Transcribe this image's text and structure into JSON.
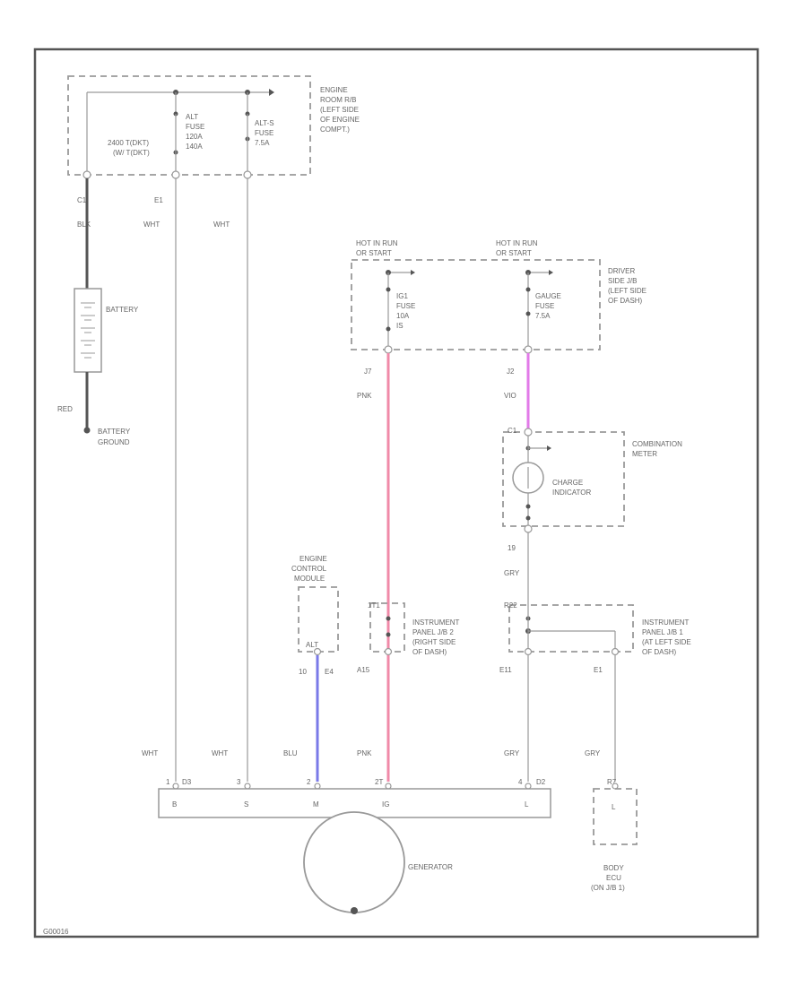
{
  "diagram_id": "G00016",
  "engine_room_jb": {
    "label_lines": [
      "ENGINE",
      "ROOM R/B",
      "(LEFT SIDE",
      "OF ENGINE",
      "COMPT.)"
    ],
    "fuse_rating_lines": [
      "2400 T(DKT)",
      "(W/ T(DKT)"
    ]
  },
  "alt_fuse": {
    "lines": [
      "ALT",
      "FUSE",
      "120A",
      "140A"
    ]
  },
  "alts_fuse": {
    "lines": [
      "ALT-S",
      "FUSE",
      "7.5A"
    ]
  },
  "conn_c1": "C1",
  "conn_e1": "E1",
  "wire_blk": "BLK",
  "wire_wht_b": "WHT",
  "wire_wht_s": "WHT",
  "battery_label": "BATTERY",
  "wire_red": "RED",
  "battery_ground": [
    "BATTERY",
    "GROUND"
  ],
  "hot_ig_left": [
    "HOT IN RUN",
    "OR START"
  ],
  "hot_ig_right": [
    "HOT IN RUN",
    "OR START"
  ],
  "ign_fuse": {
    "lines": [
      "IG1",
      "FUSE",
      "10A",
      "IS"
    ]
  },
  "gauge_fuse": {
    "lines": [
      "GAUGE",
      "FUSE",
      "7.5A"
    ]
  },
  "driver_jb": [
    "DRIVER",
    "SIDE J/B",
    "(LEFT SIDE",
    "OF DASH)"
  ],
  "j7": "J7",
  "j2": "J2",
  "wire_pnk": "PNK",
  "wire_vio": "VIO",
  "c1_meter": "C1",
  "combination_meter": [
    "COMBINATION",
    "METER"
  ],
  "charge_indicator": [
    "CHARGE",
    "INDICATOR"
  ],
  "pin_19": "19",
  "wire_gry_1": "GRY",
  "ecm": [
    "ENGINE",
    "CONTROL",
    "MODULE"
  ],
  "ecm_pin": "ALT",
  "ecm_conn": [
    "10",
    "E4"
  ],
  "ip_jb2_pin": "1T1",
  "ip_jb2": [
    "INSTRUMENT",
    "PANEL J/B 2",
    "(RIGHT SIDE",
    "OF DASH)"
  ],
  "ip_jb2_conn": "A15",
  "ip_jb1_pin": "R22",
  "ip_jb1": [
    "INSTRUMENT",
    "PANEL J/B 1",
    "(AT LEFT SIDE",
    "OF DASH)"
  ],
  "ip_jb1_conn_a": "E11",
  "ip_jb1_conn_b": "E1",
  "bottom_wires": [
    "WHT",
    "WHT",
    "BLU",
    "PNK",
    "GRY",
    "GRY"
  ],
  "gen_pins": [
    "1",
    "3",
    "2",
    "2T",
    "4"
  ],
  "gen_conn_a": "D3",
  "gen_conn_b": "D2",
  "gen_terminals": [
    "B",
    "S",
    "M",
    "IG",
    "L"
  ],
  "generator_label": "GENERATOR",
  "body_ecu_pin": "R7",
  "body_ecu_terminal": "L",
  "body_ecu": [
    "BODY",
    "ECU",
    "(ON J/B 1)"
  ],
  "colors": {
    "frame": "#555555",
    "wire": "#9a9a9a",
    "pink": "#f08aa8",
    "violet": "#e27ae8",
    "blue": "#7a7ae8"
  }
}
